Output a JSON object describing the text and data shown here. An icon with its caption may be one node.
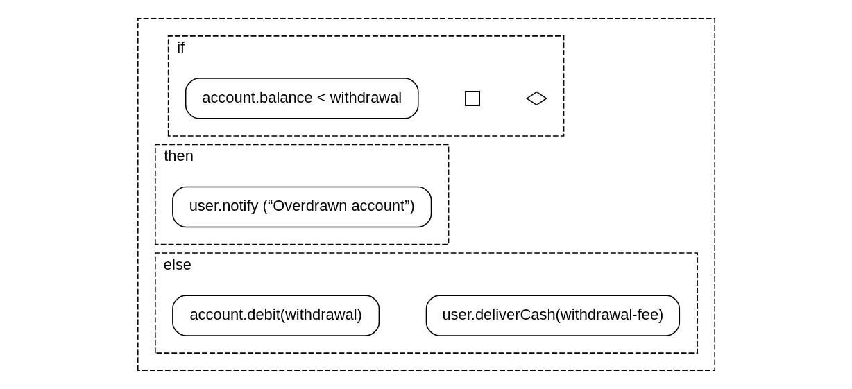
{
  "diagram": {
    "nodes": [
      {
        "text": [],
        "shape": "box"
      },
      {
        "text": [
          "if"
        ],
        "in": 0
      },
      {
        "text": [
          "account.balance < withdrawal"
        ],
        "in": 1
      },
      {
        "text": [],
        "shape": "box",
        "in": 1
      },
      {
        "text": [],
        "shape": "diamond",
        "in": 1
      },
      {
        "text": [
          "then"
        ],
        "in": 0
      },
      {
        "text": [
          "user.notify (“Overdrawn account”)"
        ],
        "in": 5
      },
      {
        "text": [
          "else"
        ],
        "in": 0
      },
      {
        "text": [
          "account.debit(withdrawal)"
        ],
        "in": 7
      },
      {
        "text": [
          "user.deliverCash(withdrawal-fee)"
        ],
        "in": 7
      }
    ],
    "edges": []
  }
}
